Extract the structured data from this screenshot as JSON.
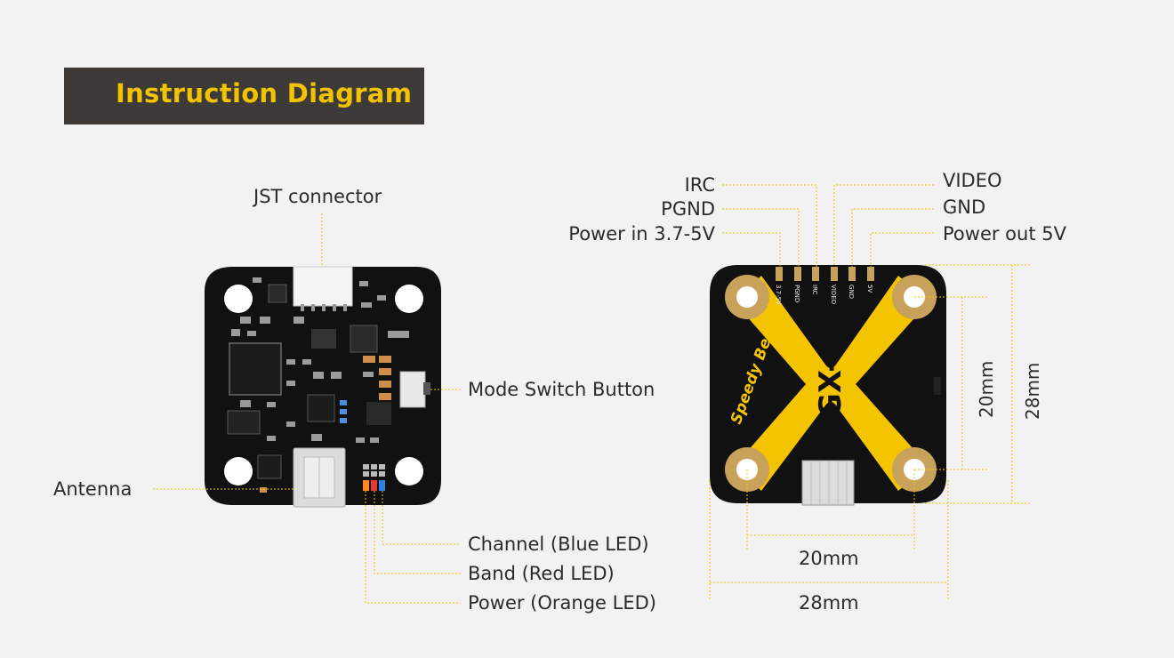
{
  "title": "Instruction Diagram",
  "left_board": {
    "labels": {
      "jst": "JST connector",
      "mode": "Mode Switch Button",
      "antenna": "Antenna",
      "channel": "Channel (Blue LED)",
      "band": "Band (Red LED)",
      "power": "Power (Orange LED)"
    }
  },
  "right_board": {
    "labels": {
      "irc": "IRC",
      "pgnd": "PGND",
      "power_in": "Power in 3.7-5V",
      "video": "VIDEO",
      "gnd": "GND",
      "power_out": "Power out 5V"
    },
    "pads": [
      "3.7-5V",
      "PGND",
      "IRC",
      "VIDEO",
      "GND",
      "5V"
    ],
    "brand": "Speedy Bee",
    "model": "GGX-1"
  },
  "dimensions": {
    "v_inner": "20mm",
    "v_outer": "28mm",
    "h_inner": "20mm",
    "h_outer": "28mm"
  },
  "colors": {
    "leader": "#f2c300",
    "pcb": "#111111",
    "gold": "#c8a15a",
    "yellow": "#f5c400",
    "led_blue": "#2f7fe6",
    "led_red": "#e53935",
    "led_orange": "#ff8c1a"
  }
}
